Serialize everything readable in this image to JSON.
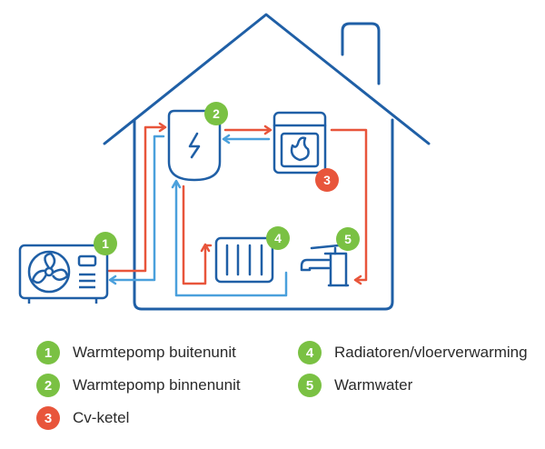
{
  "colors": {
    "house_line": "#1f5fa6",
    "hot_flow": "#e8553b",
    "cold_flow": "#4aa0dc",
    "badge_green": "#7ac143",
    "badge_red": "#e8553b"
  },
  "components": [
    {
      "number": "1",
      "name": "Warmtepomp buitenunit",
      "color": "#7ac143",
      "icon": "fan-unit-icon"
    },
    {
      "number": "2",
      "name": "Warmtepomp binnenunit",
      "color": "#7ac143",
      "icon": "boiler-tank-icon"
    },
    {
      "number": "3",
      "name": "Cv-ketel",
      "color": "#e8553b",
      "icon": "flame-boiler-icon"
    },
    {
      "number": "4",
      "name": "Radiatoren/vloerverwarming",
      "color": "#7ac143",
      "icon": "radiator-icon"
    },
    {
      "number": "5",
      "name": "Warmwater",
      "color": "#7ac143",
      "icon": "faucet-icon"
    }
  ]
}
